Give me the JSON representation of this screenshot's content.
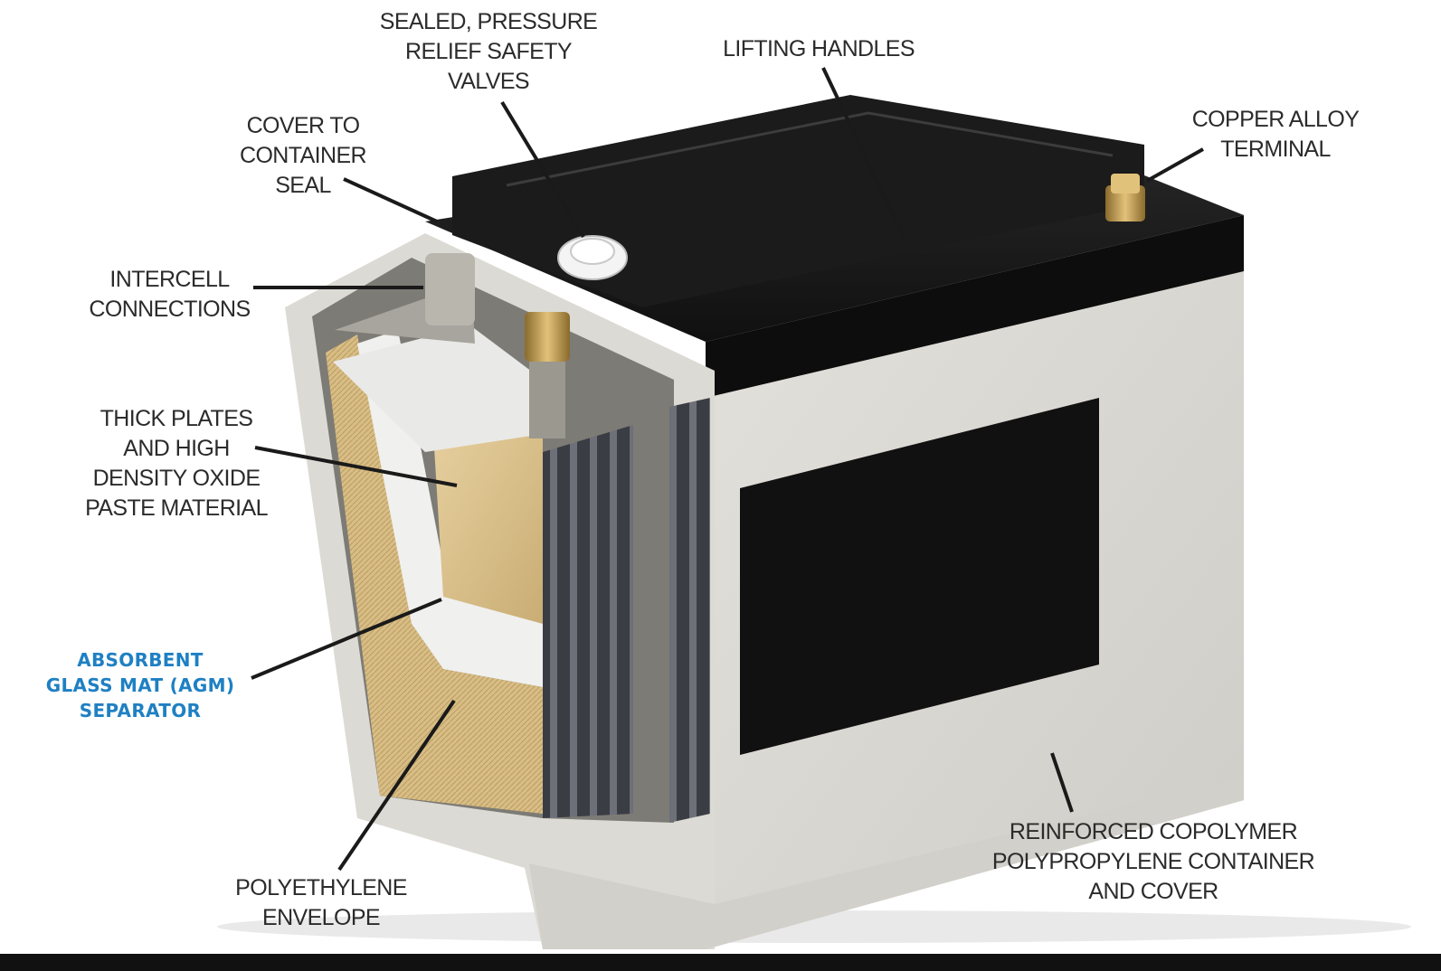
{
  "colors": {
    "label_text": "#2b2b2b",
    "accent_label": "#1f80c3",
    "case": "#dcdad5",
    "lid": "#1a1a1a",
    "terminal": "#c8a24a",
    "bottom_bar": "#111111"
  },
  "labels": {
    "valves": [
      "SEALED, PRESSURE",
      "RELIEF SAFETY",
      "VALVES"
    ],
    "handles": [
      "LIFTING HANDLES"
    ],
    "terminal": [
      "COPPER ALLOY",
      "TERMINAL"
    ],
    "seal": [
      "COVER TO",
      "CONTAINER",
      "SEAL"
    ],
    "intercell": [
      "INTERCELL",
      "CONNECTIONS"
    ],
    "plates": [
      "THICK PLATES",
      "AND HIGH",
      "DENSITY OXIDE",
      "PASTE MATERIAL"
    ],
    "agm": [
      "ABSORBENT",
      "GLASS MAT (AGM)",
      "SEPARATOR"
    ],
    "envelope": [
      "POLYETHYLENE",
      "ENVELOPE"
    ],
    "container": [
      "REINFORCED COPOLYMER",
      "POLYPROPYLENE CONTAINER",
      "AND COVER"
    ]
  }
}
